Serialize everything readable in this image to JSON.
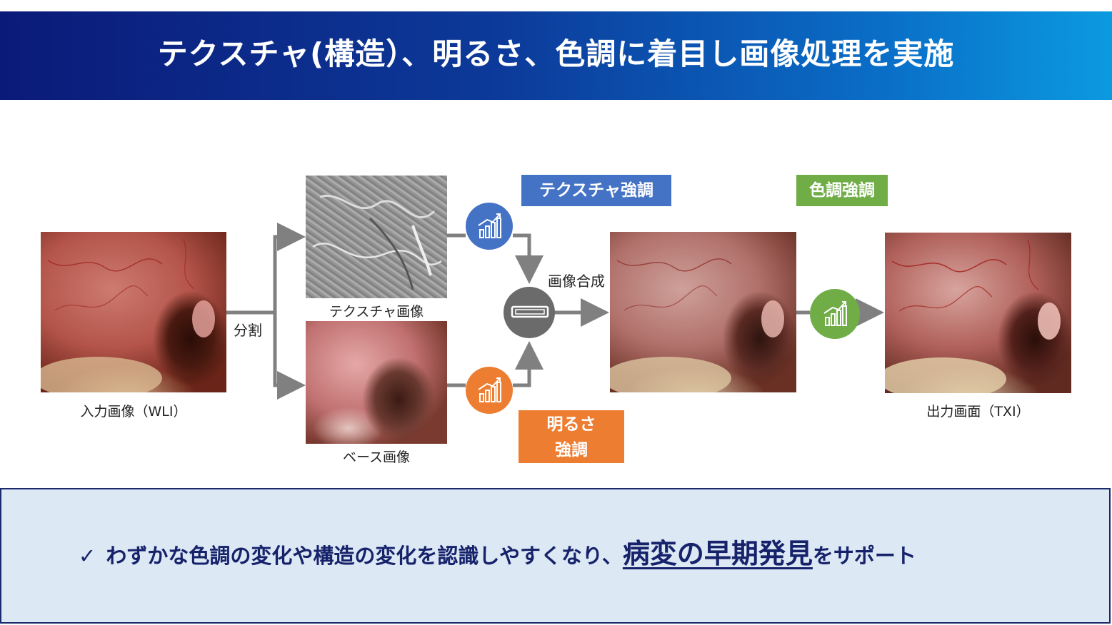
{
  "header": {
    "title": "テクスチャ(構造）、明るさ、色調に着目し画像処理を実施"
  },
  "diagram": {
    "input_label": "入力画像（WLI）",
    "split_label": "分割",
    "texture_image_label": "テクスチャ画像",
    "base_image_label": "ベース画像",
    "texture_enhance_label": "テクスチャ強調",
    "brightness_enhance_label": "明るさ強調",
    "color_enhance_label": "色調強調",
    "composite_label": "画像合成",
    "output_label": "出力画面（TXI）",
    "colors": {
      "texture": "#4472c4",
      "brightness": "#ed7d31",
      "color": "#70ad47",
      "composite": "#6b6b6b",
      "arrow": "#808080"
    },
    "icons": [
      "chart-up-icon",
      "chart-up-icon",
      "chart-up-icon",
      "composite-icon"
    ]
  },
  "footer": {
    "check": "✓",
    "text_before": "わずかな色調の変化や構造の変化を認識しやすくなり、",
    "emphasis": "病変の早期発見",
    "text_after": "をサポート"
  }
}
